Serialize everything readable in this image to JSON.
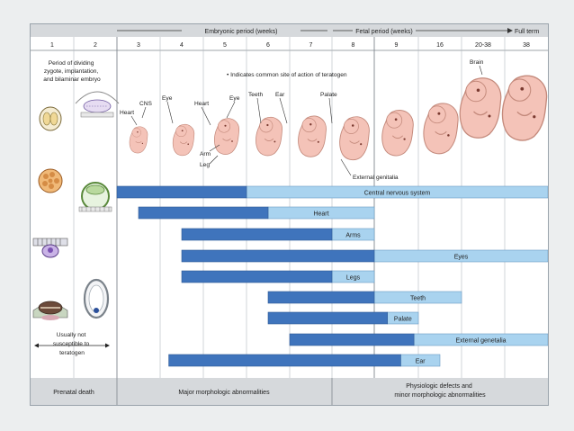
{
  "header": {
    "embryonic_label": "Embryonic period (weeks)",
    "fetal_label": "Fetal period (weeks)",
    "full_term_label": "Full term"
  },
  "weeks": [
    "1",
    "2",
    "3",
    "4",
    "5",
    "6",
    "7",
    "8",
    "9",
    "16",
    "20-38",
    "38"
  ],
  "left_notes": {
    "period_text": [
      "Period of dividing",
      "zygote, implantation,",
      "and bilaminar embryo"
    ],
    "not_susceptible_text": [
      "Usually not",
      "susceptible to",
      "teratogen"
    ]
  },
  "legend_note": "• Indicates common site of action of teratogen",
  "structure_labels": {
    "heart_w3": "Heart",
    "cns": "CNS",
    "eye_w4": "Eye",
    "heart_w4": "Heart",
    "eye_w5": "Eye",
    "teeth": "Teeth",
    "ear": "Ear",
    "palate": "Palate",
    "arm": "Arm",
    "leg": "Leg",
    "brain": "Brain",
    "external_genitalia": "External genitalia"
  },
  "colors": {
    "critical": "#3f74bc",
    "less_sensitive": "#a9d3ef",
    "embryo": "#f4c3b8",
    "header_bg": "#d6d9dc"
  },
  "bars": [
    {
      "label": "Central nervous system",
      "dark_start": 2,
      "dark_end": 5,
      "light_end": 12
    },
    {
      "label": "Heart",
      "dark_start": 2.5,
      "dark_end": 5.5,
      "light_end": 8
    },
    {
      "label": "Arms",
      "dark_start": 3.5,
      "dark_end": 7,
      "light_end": 8
    },
    {
      "label": "Eyes",
      "dark_start": 3.5,
      "dark_end": 8,
      "light_end": 12
    },
    {
      "label": "Legs",
      "dark_start": 3.5,
      "dark_end": 7,
      "light_end": 8
    },
    {
      "label": "Teeth",
      "dark_start": 5.5,
      "dark_end": 8,
      "light_end": 10
    },
    {
      "label": "Palate",
      "dark_start": 5.5,
      "dark_end": 8.3,
      "light_end": 9
    },
    {
      "label": "External genetalia",
      "dark_start": 6,
      "dark_end": 8.9,
      "light_end": 12
    },
    {
      "label": "Ear",
      "dark_start": 3.2,
      "dark_end": 8.6,
      "light_end": 9.5
    }
  ],
  "footer": {
    "prenatal": "Prenatal death",
    "major": "Major morphologic abnormalities",
    "physiologic": [
      "Physiologic defects and",
      "minor morphologic abnormalities"
    ]
  }
}
